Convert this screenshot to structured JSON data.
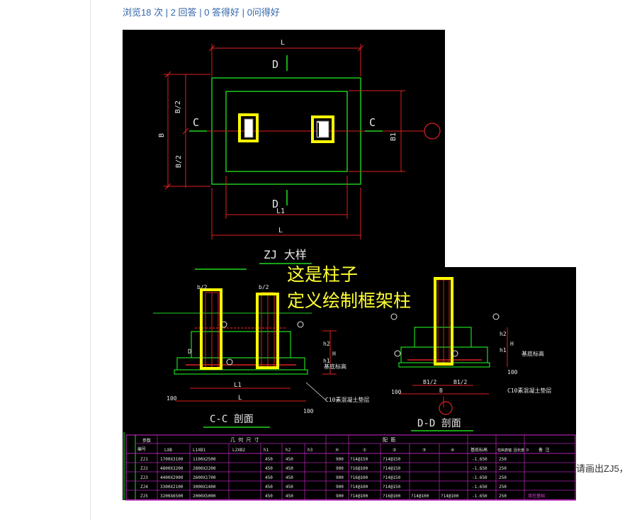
{
  "stats": {
    "views": "浏览18 次",
    "answers": "2 回答",
    "good_answers": "0 答得好",
    "good_questions": "0问得好",
    "separator": "|"
  },
  "side_note": "请画出ZJ5，",
  "drawing": {
    "plan": {
      "L": "L",
      "D": "D",
      "B": "B",
      "B1": "B1",
      "B_half": "B/2",
      "C": "C",
      "L1": "L1",
      "title": "ZJ 大样"
    },
    "annotation": [
      "这是柱子",
      "定义绘制框架柱"
    ],
    "section_cc": {
      "title": "C-C  剖面",
      "labels": [
        "b/2",
        "b/2",
        "D",
        "h2",
        "h1",
        "H",
        "L1",
        "L",
        "100",
        "100",
        "基底标高",
        "C10素混凝土垫层"
      ]
    },
    "section_dd": {
      "title": "D-D  剖面",
      "labels": [
        "h2",
        "h1",
        "H",
        "100",
        "B1/2",
        "B1/2",
        "B",
        "100",
        "基底标高",
        "C10素混凝土垫层"
      ]
    },
    "table": {
      "group_headers": {
        "params": "参数",
        "geometry": "几 何 尺 寸",
        "rebar": "配      筋",
        "id": "编号"
      },
      "headers": [
        "LXB",
        "L1XB1",
        "L2XB2",
        "h1",
        "h2",
        "h3",
        "H",
        "①",
        "②",
        "③",
        "④",
        "基底标高",
        "柱纵筋锚 固长度 D",
        "备  注"
      ],
      "rows": [
        [
          "ZJ1",
          "1700X3100",
          "1100X2500",
          "",
          "450",
          "450",
          "",
          "900",
          "?14@150",
          "?14@150",
          "",
          "",
          "-1.650",
          "250",
          ""
        ],
        [
          "ZJ2",
          "4800X3200",
          "2800X2200",
          "",
          "450",
          "450",
          "",
          "900",
          "?16@100",
          "?14@150",
          "",
          "",
          "-1.650",
          "250",
          ""
        ],
        [
          "ZJ3",
          "4400X2900",
          "2600X1700",
          "",
          "450",
          "450",
          "",
          "900",
          "?16@100",
          "?14@150",
          "",
          "",
          "-1.650",
          "250",
          ""
        ],
        [
          "ZJ4",
          "3300X2100",
          "3000X1400",
          "",
          "450",
          "450",
          "",
          "900",
          "?14@100",
          "?14@150",
          "",
          "",
          "-1.650",
          "250",
          ""
        ],
        [
          "ZJ5",
          "3200X6500",
          "2000X5000",
          "",
          "450",
          "450",
          "",
          "900",
          "?14@100",
          "?16@100",
          "?14@100",
          "?14@100",
          "-1.650",
          "250",
          "双柱基础"
        ]
      ]
    }
  }
}
